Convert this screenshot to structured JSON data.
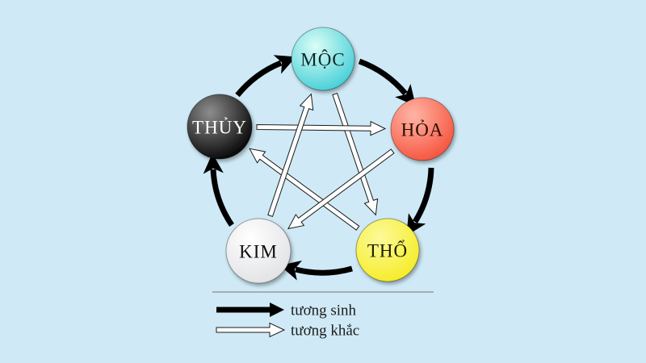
{
  "diagram": {
    "background": "#cfeaf6",
    "elements": {
      "moc": {
        "label": "MỘC",
        "color": "#2fc9d3",
        "highlight": "#dcfdf6",
        "text_color": "#07282a"
      },
      "hoa": {
        "label": "HỎA",
        "color": "#f4432c",
        "highlight": "#ffb5a6",
        "text_color": "#2a0703"
      },
      "tho": {
        "label": "THỔ",
        "color": "#f4e90f",
        "highlight": "#fdfa9a",
        "text_color": "#1e1c02"
      },
      "kim": {
        "label": "KIM",
        "color": "#d9dadd",
        "highlight": "#ffffff",
        "text_color": "#101010"
      },
      "thuy": {
        "label": "THỦY",
        "color": "#000000",
        "highlight": "#8d8d8d",
        "text_color": "#ffffff"
      }
    },
    "cycles": {
      "sinh": {
        "label": "tương sinh",
        "color": "#000000",
        "pairs": [
          [
            "moc",
            "hoa"
          ],
          [
            "hoa",
            "tho"
          ],
          [
            "tho",
            "kim"
          ],
          [
            "kim",
            "thuy"
          ],
          [
            "thuy",
            "moc"
          ]
        ]
      },
      "khac": {
        "label": "tương khắc",
        "fill": "#ffffff",
        "outline": "#1a1a1a",
        "pairs": [
          [
            "moc",
            "tho"
          ],
          [
            "tho",
            "thuy"
          ],
          [
            "thuy",
            "hoa"
          ],
          [
            "hoa",
            "kim"
          ],
          [
            "kim",
            "moc"
          ]
        ]
      }
    }
  }
}
